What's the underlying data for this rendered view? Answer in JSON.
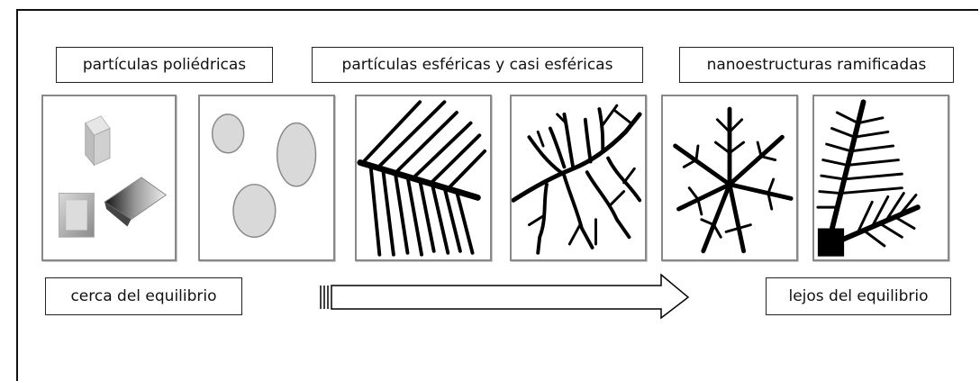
{
  "categories": {
    "polyhedral": "partículas poliédricas",
    "spherical": "partículas esféricas y casi esféricas",
    "branched": "nanoestructuras ramificadas"
  },
  "axis": {
    "near": "cerca del equilibrio",
    "far": "lejos del equilibrio"
  },
  "panel_icons": [
    "polyhedra",
    "spheres",
    "dendrite-parallel",
    "dendrite-random",
    "dendrite-star",
    "dendrite-fern"
  ]
}
